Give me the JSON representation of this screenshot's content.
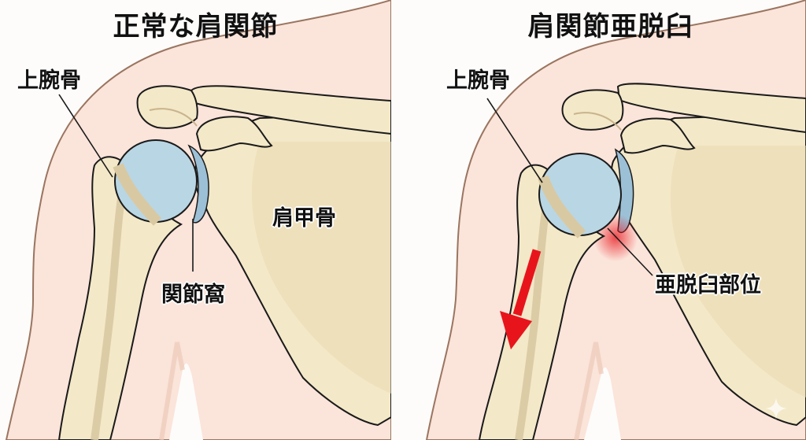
{
  "figure": {
    "topic": "shoulder joint subluxation comparison",
    "colors": {
      "skin": "#fbe4da",
      "skin_outline": "#9a7560",
      "bone": "#f3e8c8",
      "bone_shadow": "#d9c9a2",
      "cartilage": "#b9d6e4",
      "cartilage_dark": "#9cc0d6",
      "outline": "#1a1a1a",
      "injury_red": "#e8141c"
    }
  },
  "panels": [
    {
      "id": "normal",
      "title": "正常な肩関節",
      "labels": {
        "humerus": "上腕骨",
        "glenoid": "関節窩",
        "scapula": "肩甲骨"
      }
    },
    {
      "id": "subluxation",
      "title": "肩関節亜脱臼",
      "labels": {
        "humerus": "上腕骨",
        "subluxation_site": "亜脱臼部位"
      },
      "annotations": {
        "arrow": "down-arrow-displacement",
        "highlight": "red-injury-glow"
      }
    }
  ],
  "watermark_icon": "sparkle-icon"
}
